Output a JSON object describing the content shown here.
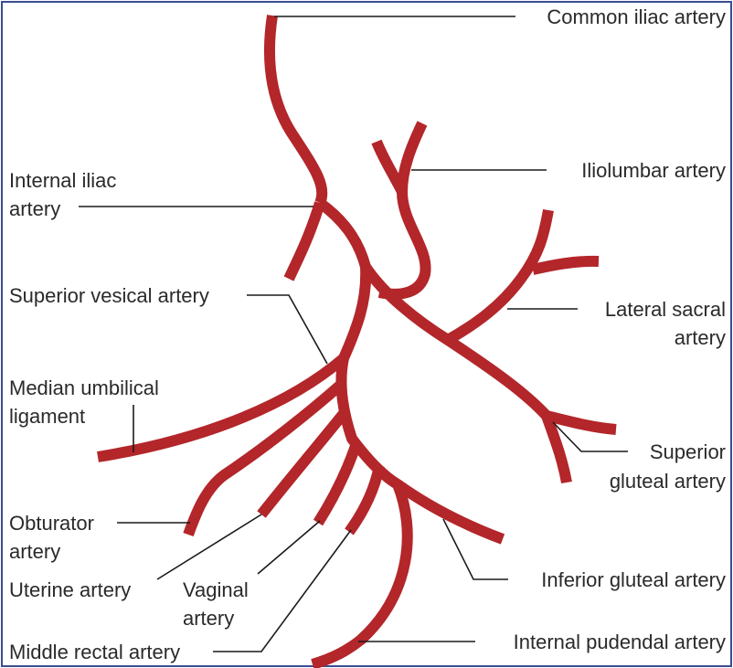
{
  "labels": {
    "common_iliac": "Common iliac artery",
    "iliolumbar": "Iliolumbar artery",
    "internal_iliac_1": "Internal iliac",
    "internal_iliac_2": "artery",
    "superior_vesical": "Superior vesical artery",
    "lateral_sacral_1": "Lateral sacral",
    "lateral_sacral_2": "artery",
    "median_umbilical_1": "Median umbilical",
    "median_umbilical_2": "ligament",
    "superior_gluteal_1": "Superior",
    "superior_gluteal_2": "gluteal artery",
    "obturator_1": "Obturator",
    "obturator_2": "artery",
    "uterine": "Uterine artery",
    "vaginal_1": "Vaginal",
    "vaginal_2": "artery",
    "inferior_gluteal": "Inferior gluteal artery",
    "middle_rectal": "Middle rectal artery",
    "internal_pudendal": "Internal pudendal artery"
  },
  "colors": {
    "artery": "#b3262a",
    "leader_line": "#1a1a1a",
    "text": "#2a2a2a",
    "frame": "#3a4d8f"
  }
}
